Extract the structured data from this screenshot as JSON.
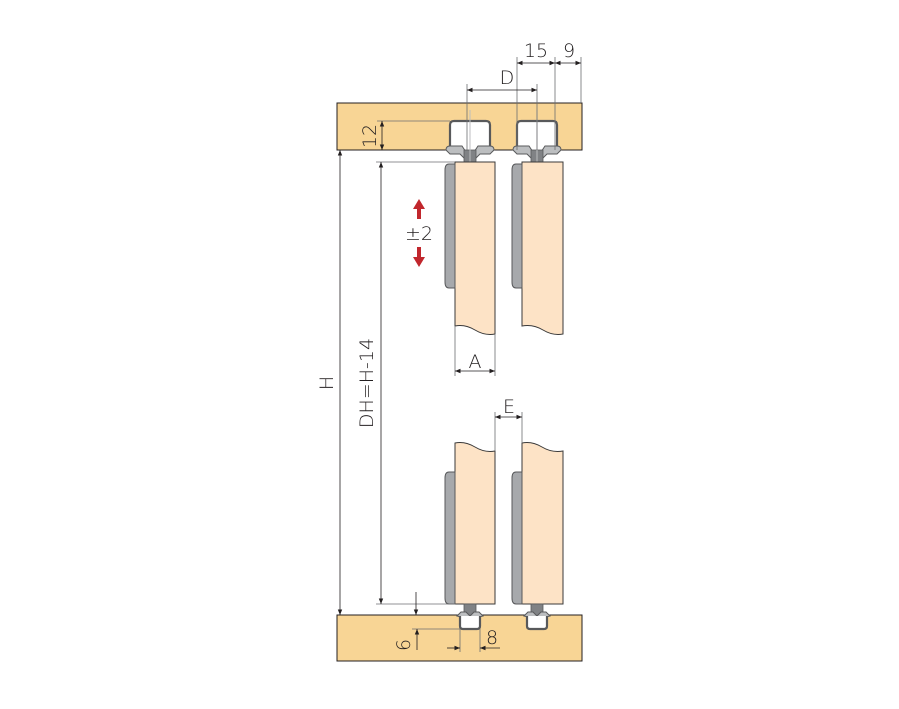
{
  "diagram": {
    "type": "sliding door assembly cross-section (technical drawing)",
    "colors": {
      "wood_frame": "#f8d595",
      "door_panel": "#fde3c6",
      "handle_profile": "#a7a9ac",
      "track_metal": "#bcbec0",
      "adjust_arrow": "#c1272d",
      "dimension_lines": "#231f20"
    },
    "labels": {
      "dim_15": "15",
      "dim_9": "9",
      "dim_D": "D",
      "dim_12": "12",
      "adjust": "±2",
      "dim_A": "A",
      "dim_E": "E",
      "dim_H": "H",
      "dim_DH": "DH=H-14",
      "dim_6": "6",
      "dim_8": "8"
    },
    "components": [
      "top-rail",
      "top-track-front",
      "top-track-rear",
      "door-panel-front",
      "door-panel-rear",
      "handle-profile-front",
      "handle-profile-rear",
      "bottom-rail",
      "bottom-guide-front",
      "bottom-guide-rear"
    ]
  }
}
